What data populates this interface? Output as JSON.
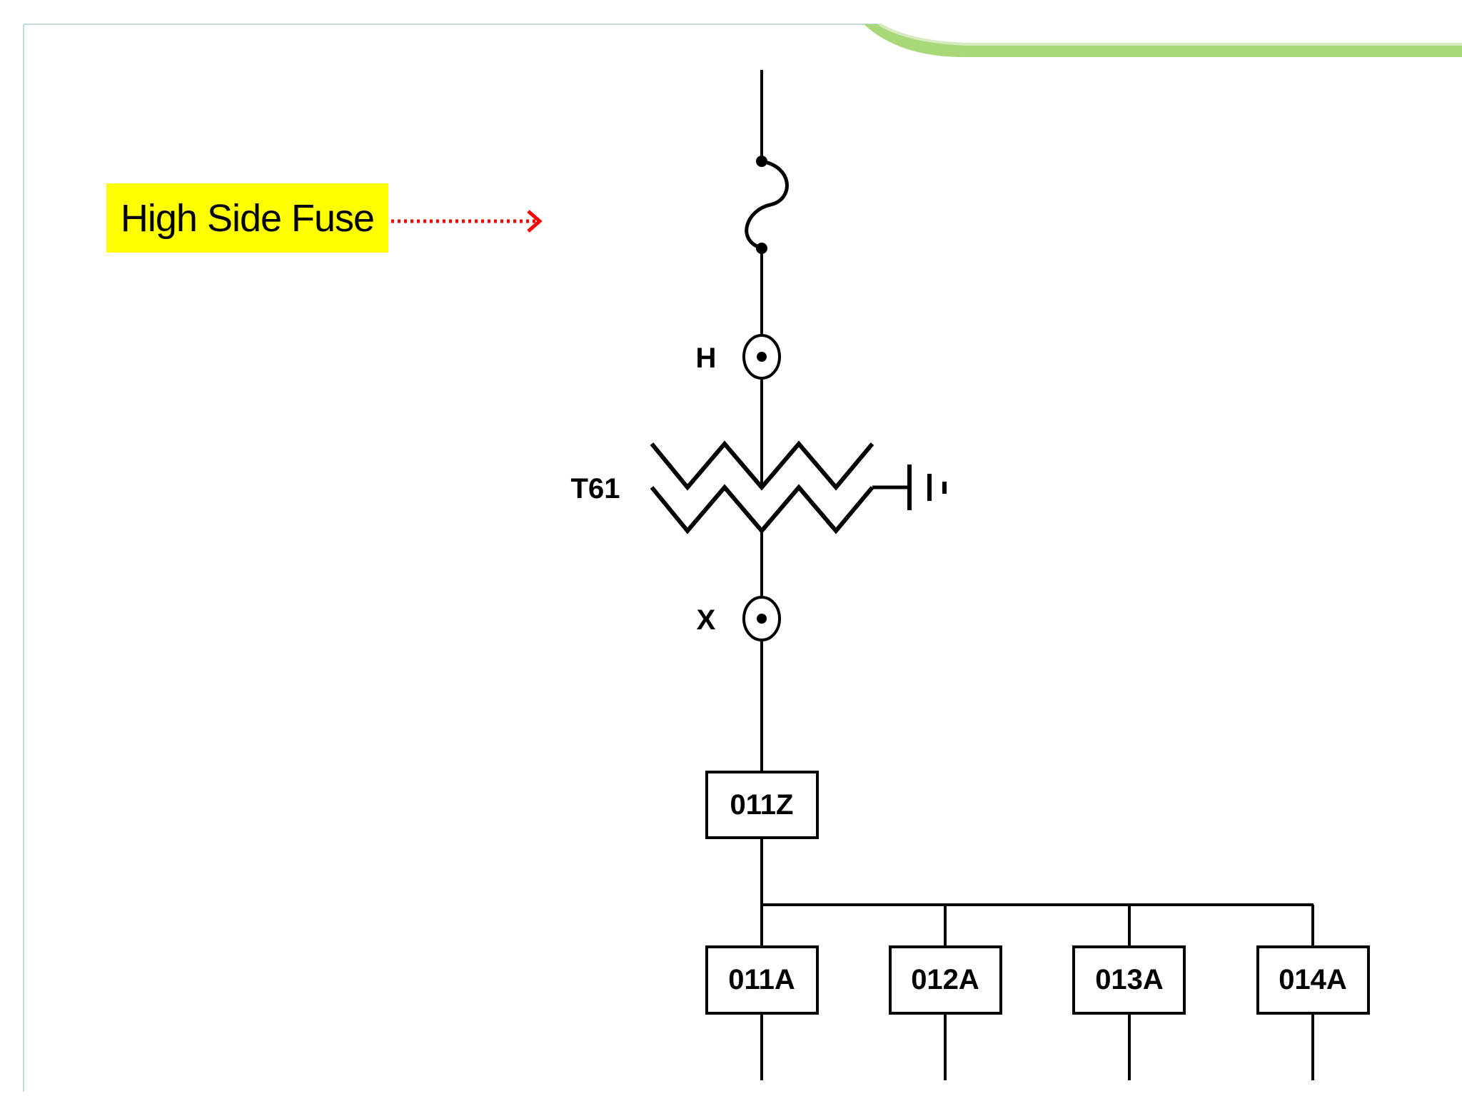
{
  "callout": {
    "label": "High Side Fuse",
    "highlight_color": "#ffff00",
    "arrow_color": "#ff0000"
  },
  "transformer": {
    "name": "T61",
    "high_terminal": "H",
    "low_terminal": "X"
  },
  "main_breaker": {
    "label": "011Z"
  },
  "feeders": [
    {
      "label": "011A"
    },
    {
      "label": "012A"
    },
    {
      "label": "013A"
    },
    {
      "label": "014A"
    }
  ],
  "colors": {
    "line": "#000000",
    "banner_green": "#a8d878",
    "frame_border": "#c0d8e0"
  },
  "icons": {
    "fuse": "fuse-icon",
    "bushing": "bushing-icon",
    "transformer": "transformer-winding-icon",
    "ground": "ground-icon",
    "arrow": "dotted-arrow-icon"
  }
}
